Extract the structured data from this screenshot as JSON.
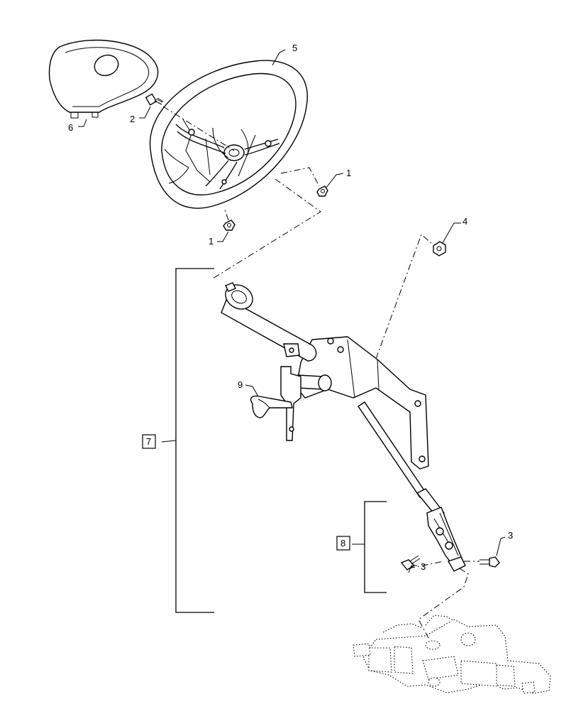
{
  "callouts": {
    "c1a": "1",
    "c1b": "1",
    "c2": "2",
    "c3a": "3",
    "c3b": "3",
    "c4": "4",
    "c5": "5",
    "c6": "6",
    "c7": "7",
    "c8": "8",
    "c9": "9"
  }
}
